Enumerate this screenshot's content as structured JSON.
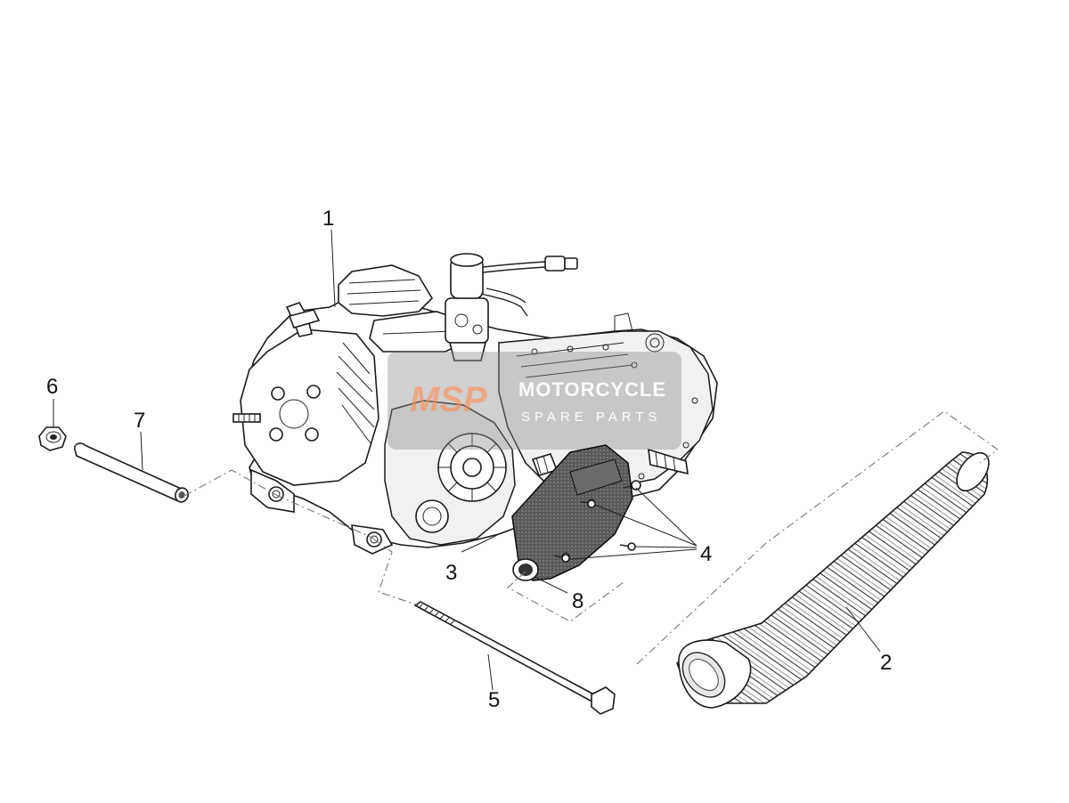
{
  "callouts": {
    "c1": "1",
    "c2": "2",
    "c3": "3",
    "c4": "4",
    "c5": "5",
    "c6": "6",
    "c7": "7",
    "c8": "8"
  },
  "watermark": {
    "logo": "MSP",
    "line1": "MOTORCYCLE",
    "line2": "SPARE PARTS"
  }
}
